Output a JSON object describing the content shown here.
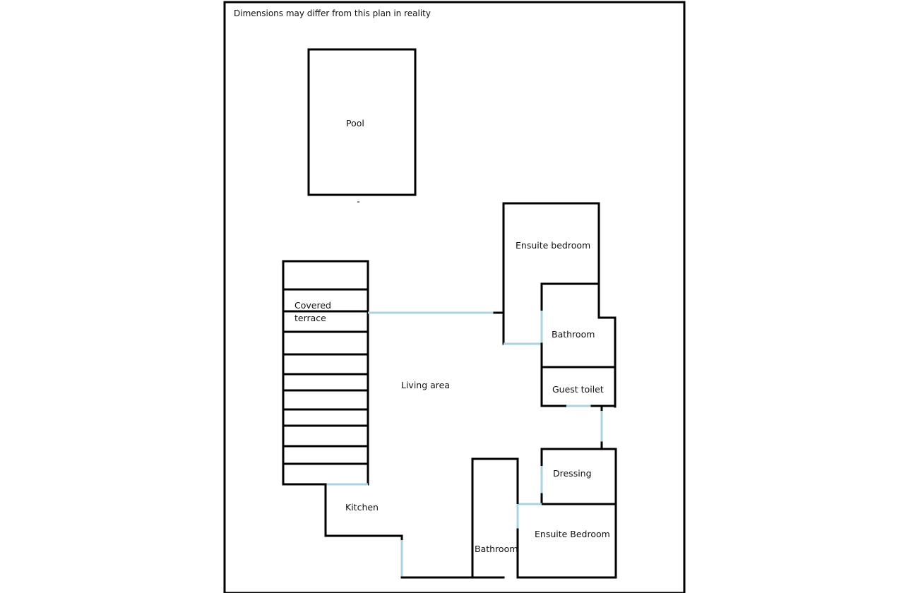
{
  "notice": "Dimensions may differ from this plan in reality",
  "rooms": {
    "pool": "Pool",
    "covered_terrace_line1": "Covered",
    "covered_terrace_line2": "terrace",
    "living_area": "Living area",
    "ensuite_bedroom_top": "Ensuite bedroom",
    "bathroom_top": "Bathroom",
    "guest_toilet": "Guest toilet",
    "dressing": "Dressing",
    "kitchen": "Kitchen",
    "ensuite_bedroom_bottom": "Ensuite Bedroom",
    "bathroom_bottom": "Bathroom"
  },
  "colors": {
    "walls": "#000000",
    "doors_openings": "#a8d4e0",
    "background": "#ffffff"
  }
}
